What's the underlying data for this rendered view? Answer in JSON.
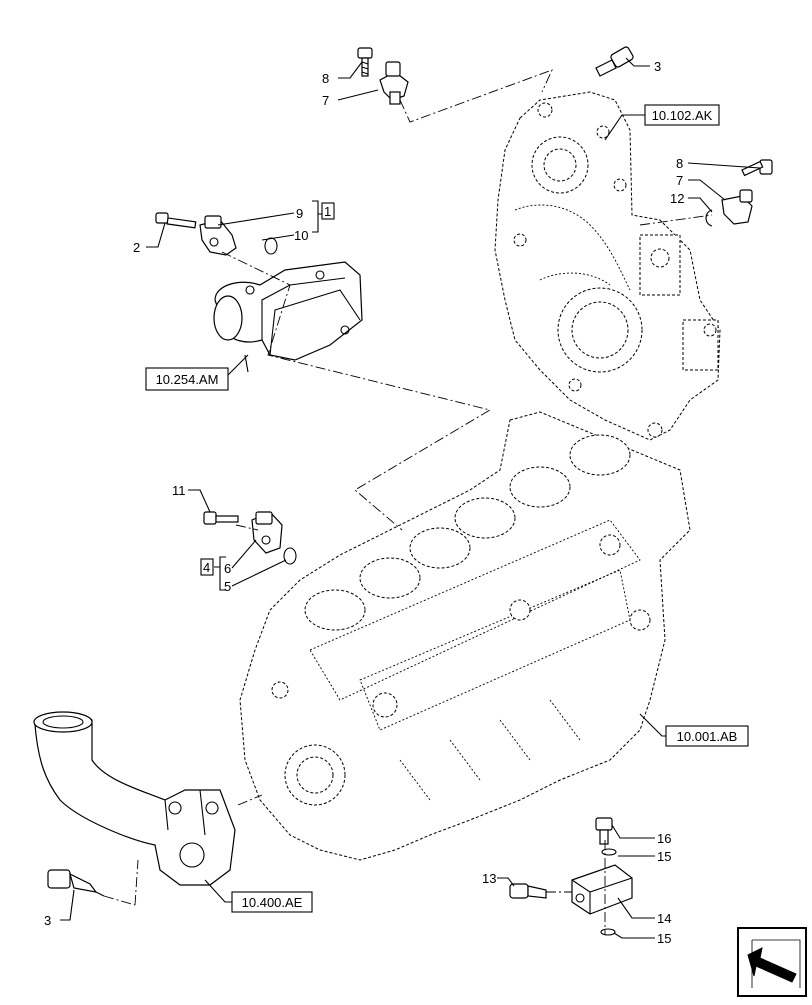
{
  "callouts": {
    "c1": "1",
    "c2": "2",
    "c3a": "3",
    "c3b": "3",
    "c4": "4",
    "c5": "5",
    "c6": "6",
    "c7a": "7",
    "c7b": "7",
    "c8a": "8",
    "c8b": "8",
    "c9": "9",
    "c10": "10",
    "c11": "11",
    "c12": "12",
    "c13": "13",
    "c14": "14",
    "c15a": "15",
    "c15b": "15",
    "c16": "16"
  },
  "references": {
    "gear_cover": "10.102.AK",
    "intake_manifold": "10.254.AM",
    "engine_block": "10.001.AB",
    "water_outlet": "10.400.AE"
  }
}
